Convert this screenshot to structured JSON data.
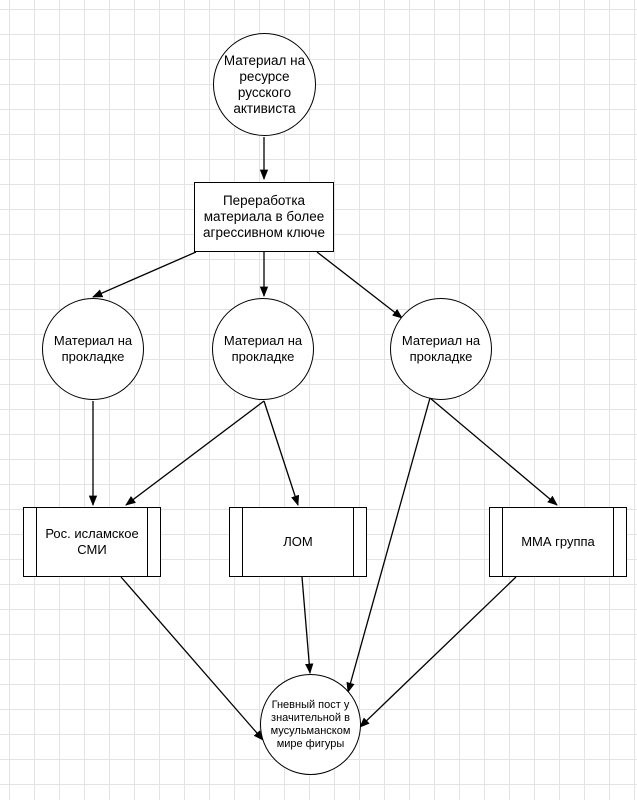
{
  "diagram": {
    "nodes": {
      "source": "Материал на ресурсе русского активиста",
      "rework": "Переработка материала в более агрессивном ключе",
      "layer_left": "Материал на прокладке",
      "layer_center": "Материал на прокладке",
      "layer_right": "Материал на прокладке",
      "media_islamic": "Рос. исламское СМИ",
      "lom": "ЛОМ",
      "mma": "ММА группа",
      "target": "Гневный пост у значительной в мусульманском мире фигуры"
    },
    "edges": [
      [
        "source",
        "rework"
      ],
      [
        "rework",
        "layer_left"
      ],
      [
        "rework",
        "layer_center"
      ],
      [
        "rework",
        "layer_right"
      ],
      [
        "layer_left",
        "media_islamic"
      ],
      [
        "layer_center",
        "media_islamic"
      ],
      [
        "layer_center",
        "lom"
      ],
      [
        "layer_right",
        "mma"
      ],
      [
        "layer_right",
        "target"
      ],
      [
        "media_islamic",
        "target"
      ],
      [
        "lom",
        "target"
      ],
      [
        "mma",
        "target"
      ]
    ]
  }
}
